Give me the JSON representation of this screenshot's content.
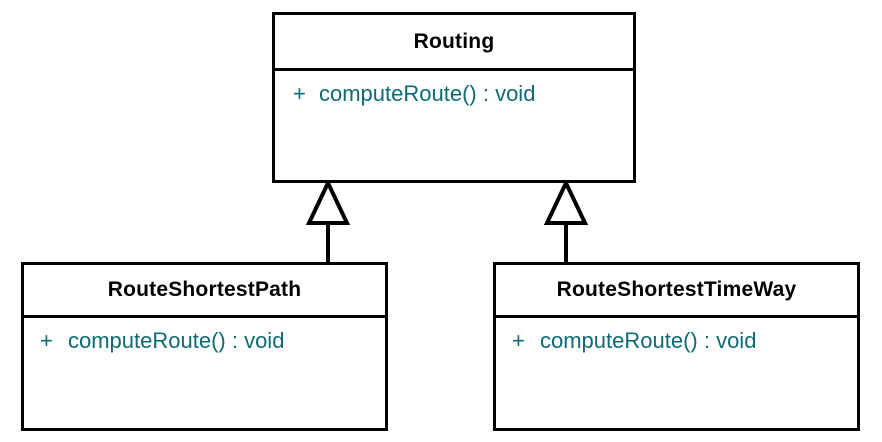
{
  "diagram": {
    "type": "uml-class-diagram",
    "background_color": "#ffffff",
    "border_color": "#000000",
    "name_text_color": "#000000",
    "member_text_color": "#0e6b75"
  },
  "classes": {
    "routing": {
      "name": "Routing",
      "members": [
        {
          "visibility": "+",
          "signature": "computeRoute() : void"
        }
      ]
    },
    "shortest_path": {
      "name": "RouteShortestPath",
      "members": [
        {
          "visibility": "+",
          "signature": "computeRoute() : void"
        }
      ]
    },
    "shortest_time": {
      "name": "RouteShortestTimeWay",
      "members": [
        {
          "visibility": "+",
          "signature": "computeRoute() : void"
        }
      ]
    }
  },
  "relationships": [
    {
      "kind": "generalization",
      "from": "shortest_path",
      "to": "routing"
    },
    {
      "kind": "generalization",
      "from": "shortest_time",
      "to": "routing"
    }
  ]
}
